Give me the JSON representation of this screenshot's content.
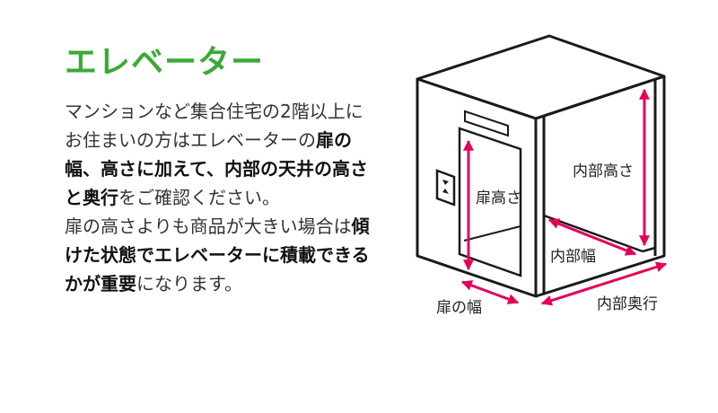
{
  "title": "エレベーター",
  "description": {
    "p1": [
      {
        "text": "マンションなど集合住宅の2階以上にお住まいの方はエレベーターの",
        "bold": false
      },
      {
        "text": "扉の幅、高さに加えて、内部の天井の高さと奥行",
        "bold": true
      },
      {
        "text": "をご確認ください。",
        "bold": false
      }
    ],
    "p2": [
      {
        "text": "扉の高さよりも商品が大きい場合は",
        "bold": false
      },
      {
        "text": "傾けた状態でエレベーターに積載できるかが重要",
        "bold": true
      },
      {
        "text": "になります。",
        "bold": false
      }
    ]
  },
  "diagram_labels": {
    "door_height": "扉高さ",
    "interior_height": "内部高さ",
    "interior_width": "内部幅",
    "door_width": "扉の幅",
    "interior_depth": "内部奥行"
  },
  "colors": {
    "accent_green": "#3aaa35",
    "dimension_pink": "#e5005a",
    "outline": "#1a1a1a"
  }
}
